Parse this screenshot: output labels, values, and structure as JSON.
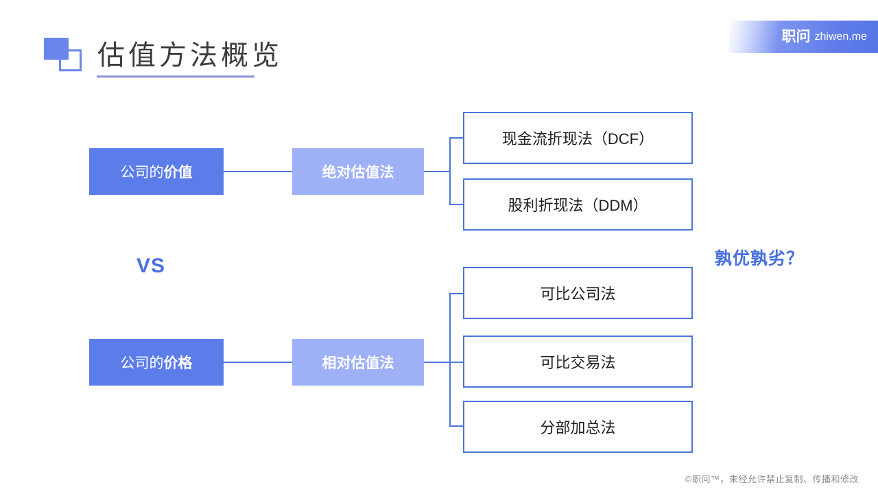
{
  "brand": {
    "cn": "职问",
    "en": "zhiwen.me"
  },
  "header": {
    "title": "估值方法概览",
    "logo_icon": "overlapping-squares-icon"
  },
  "diagram": {
    "type": "tree",
    "vs_label": "VS",
    "question_label": "孰优孰劣？",
    "branches": [
      {
        "root": {
          "lead": "公司的",
          "emph": "价值",
          "full": "公司的价值"
        },
        "method": "绝对估值法",
        "leaves": [
          "现金流折现法（DCF）",
          "股利折现法（DDM）"
        ]
      },
      {
        "root": {
          "lead": "公司的",
          "emph": "价格",
          "full": "公司的价格"
        },
        "method": "相对估值法",
        "leaves": [
          "可比公司法",
          "可比交易法",
          "分部加总法"
        ]
      }
    ]
  },
  "footer": {
    "copyright": "©职问™，未经允许禁止复制、传播和修改"
  },
  "colors": {
    "primary_node": "#5c7ce9",
    "secondary_node": "#9eb0f6",
    "leaf_border": "#4a76d8",
    "accent_text": "#4a6fe0",
    "title_text": "#3d3d3d",
    "underline": "#8b93d6"
  }
}
